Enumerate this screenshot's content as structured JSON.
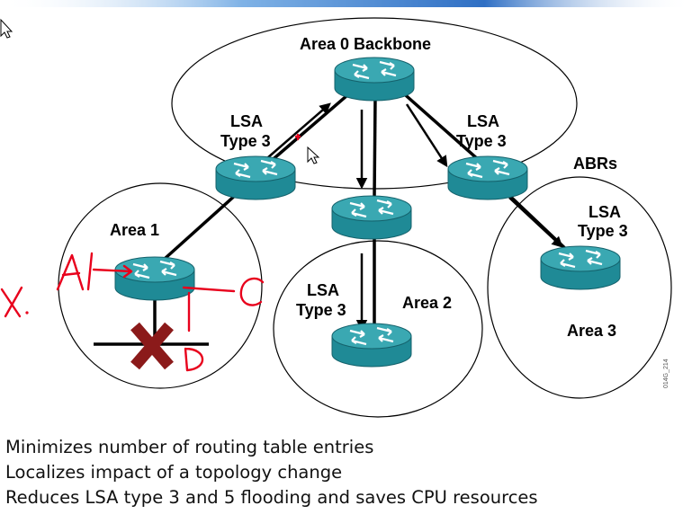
{
  "diagram": {
    "labels": {
      "area0": "Area 0 Backbone",
      "area1": "Area 1",
      "area2": "Area 2",
      "area3": "Area 3",
      "abrs": "ABRs",
      "lsa_left": [
        "LSA",
        "Type 3"
      ],
      "lsa_right": [
        "LSA",
        "Type 3"
      ],
      "lsa_area2": [
        "LSA",
        "Type 3"
      ],
      "lsa_area3": [
        "LSA",
        "Type 3"
      ],
      "figure_id": "014G_214"
    },
    "icons": {
      "router": "router-icon",
      "failure": "x-mark-icon"
    },
    "colors": {
      "router_top": "#3aa8b2",
      "router_body": "#1f8a96",
      "failure_x": "#8b1a1a",
      "handwriting": "#e8001c"
    }
  },
  "bullets": [
    "Minimizes number of routing table entries",
    "Localizes impact of a topology change",
    "Reduces LSA type 3 and 5 flooding and saves CPU resources"
  ]
}
